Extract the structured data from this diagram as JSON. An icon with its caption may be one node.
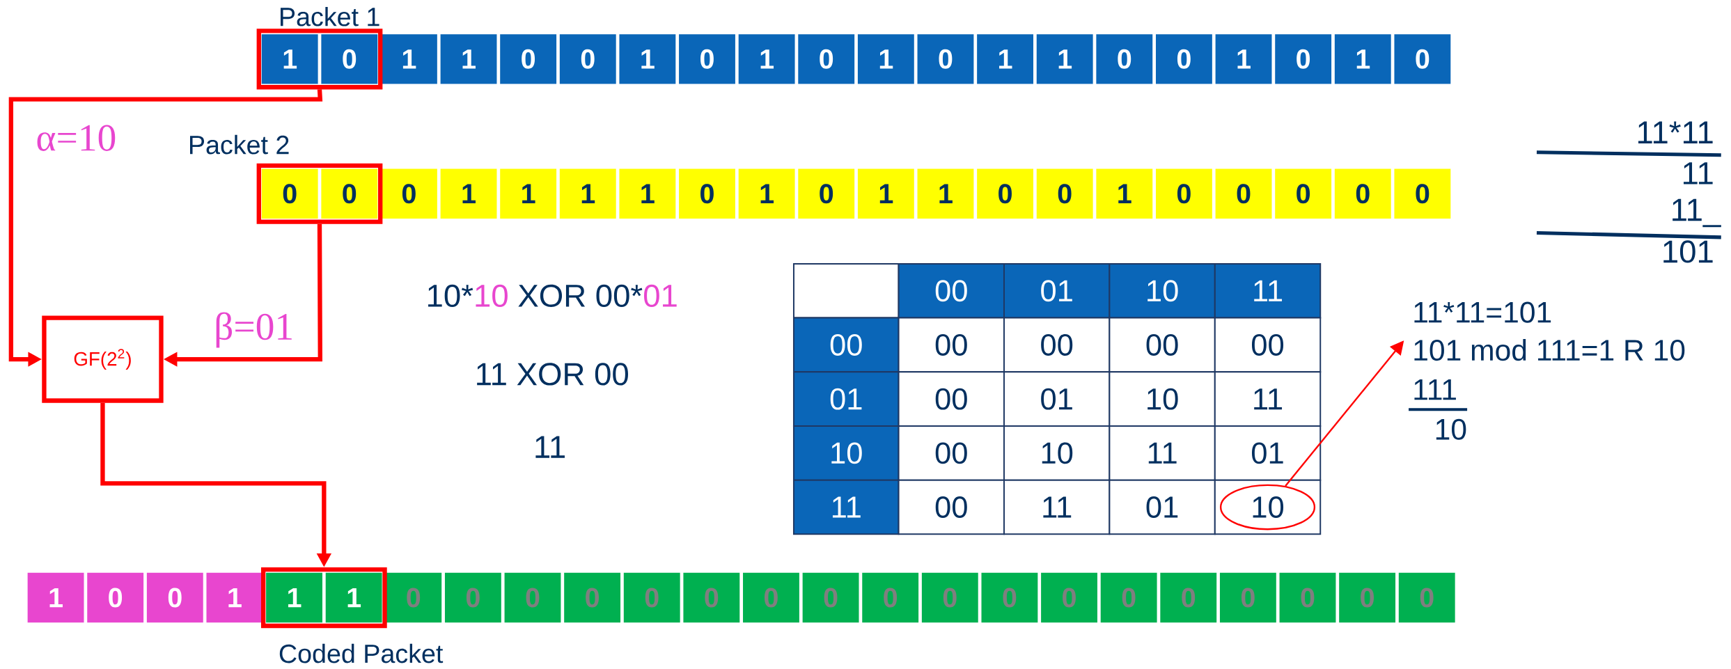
{
  "diagram": {
    "nodes": [
      {
        "text": [
          "Packet 1",
          "1",
          "1",
          "0",
          "0",
          "1",
          "0",
          "1",
          "0",
          "1",
          "0",
          "1",
          "1",
          "0",
          "0",
          "1",
          "0",
          "1",
          "0"
        ]
      },
      {
        "text": [
          "1",
          "0"
        ],
        "in": 0
      },
      {
        "text": [
          "Packet 2",
          "0",
          "1",
          "1",
          "1",
          "1",
          "0",
          "1",
          "0",
          "1",
          "1",
          "0",
          "0",
          "1",
          "0",
          "0",
          "0",
          "0",
          "0"
        ]
      },
      {
        "text": [
          "0",
          "0"
        ],
        "in": 2
      },
      {
        "text": [
          "GF(2$^{2}$)"
        ]
      },
      {
        "text": [
          "1",
          "0",
          "0",
          "1",
          "0",
          "0",
          "0",
          "0",
          "0",
          "0",
          "0",
          "0",
          "0",
          "0",
          "0",
          "0",
          "0",
          "0",
          "0",
          "0",
          "0",
          "0",
          "Coded Packet"
        ]
      },
      {
        "text": [
          "1",
          "1"
        ],
        "in": 5
      },
      {
        "text": [],
        "shape": "oval"
      },
      {
        "text": [
          "11*11=101",
          "101 mod 111=1 R 10",
          "111",
          "10"
        ]
      }
    ],
    "edges": [
      {
        "from": 1,
        "to": 4,
        "arrow": "to",
        "label": "α=10"
      },
      {
        "from": 3,
        "to": 4,
        "arrow": "to",
        "label": "β=01"
      },
      {
        "from": 4,
        "to": 6,
        "arrow": "to"
      },
      {
        "from": 7,
        "to": 8,
        "arrow": "to"
      }
    ],
    "labels": [
      "11*11",
      "11",
      "11_",
      "101",
      "10*",
      "10",
      "XOR 00*",
      "01",
      "11 XOR 00",
      "11",
      "00",
      "01",
      "10",
      "11",
      "00",
      "00",
      "00",
      "00",
      "00",
      "01",
      "00",
      "01",
      "10",
      "11",
      "10",
      "00",
      "10",
      "11",
      "01",
      "11",
      "00",
      "11",
      "01",
      "10"
    ]
  }
}
